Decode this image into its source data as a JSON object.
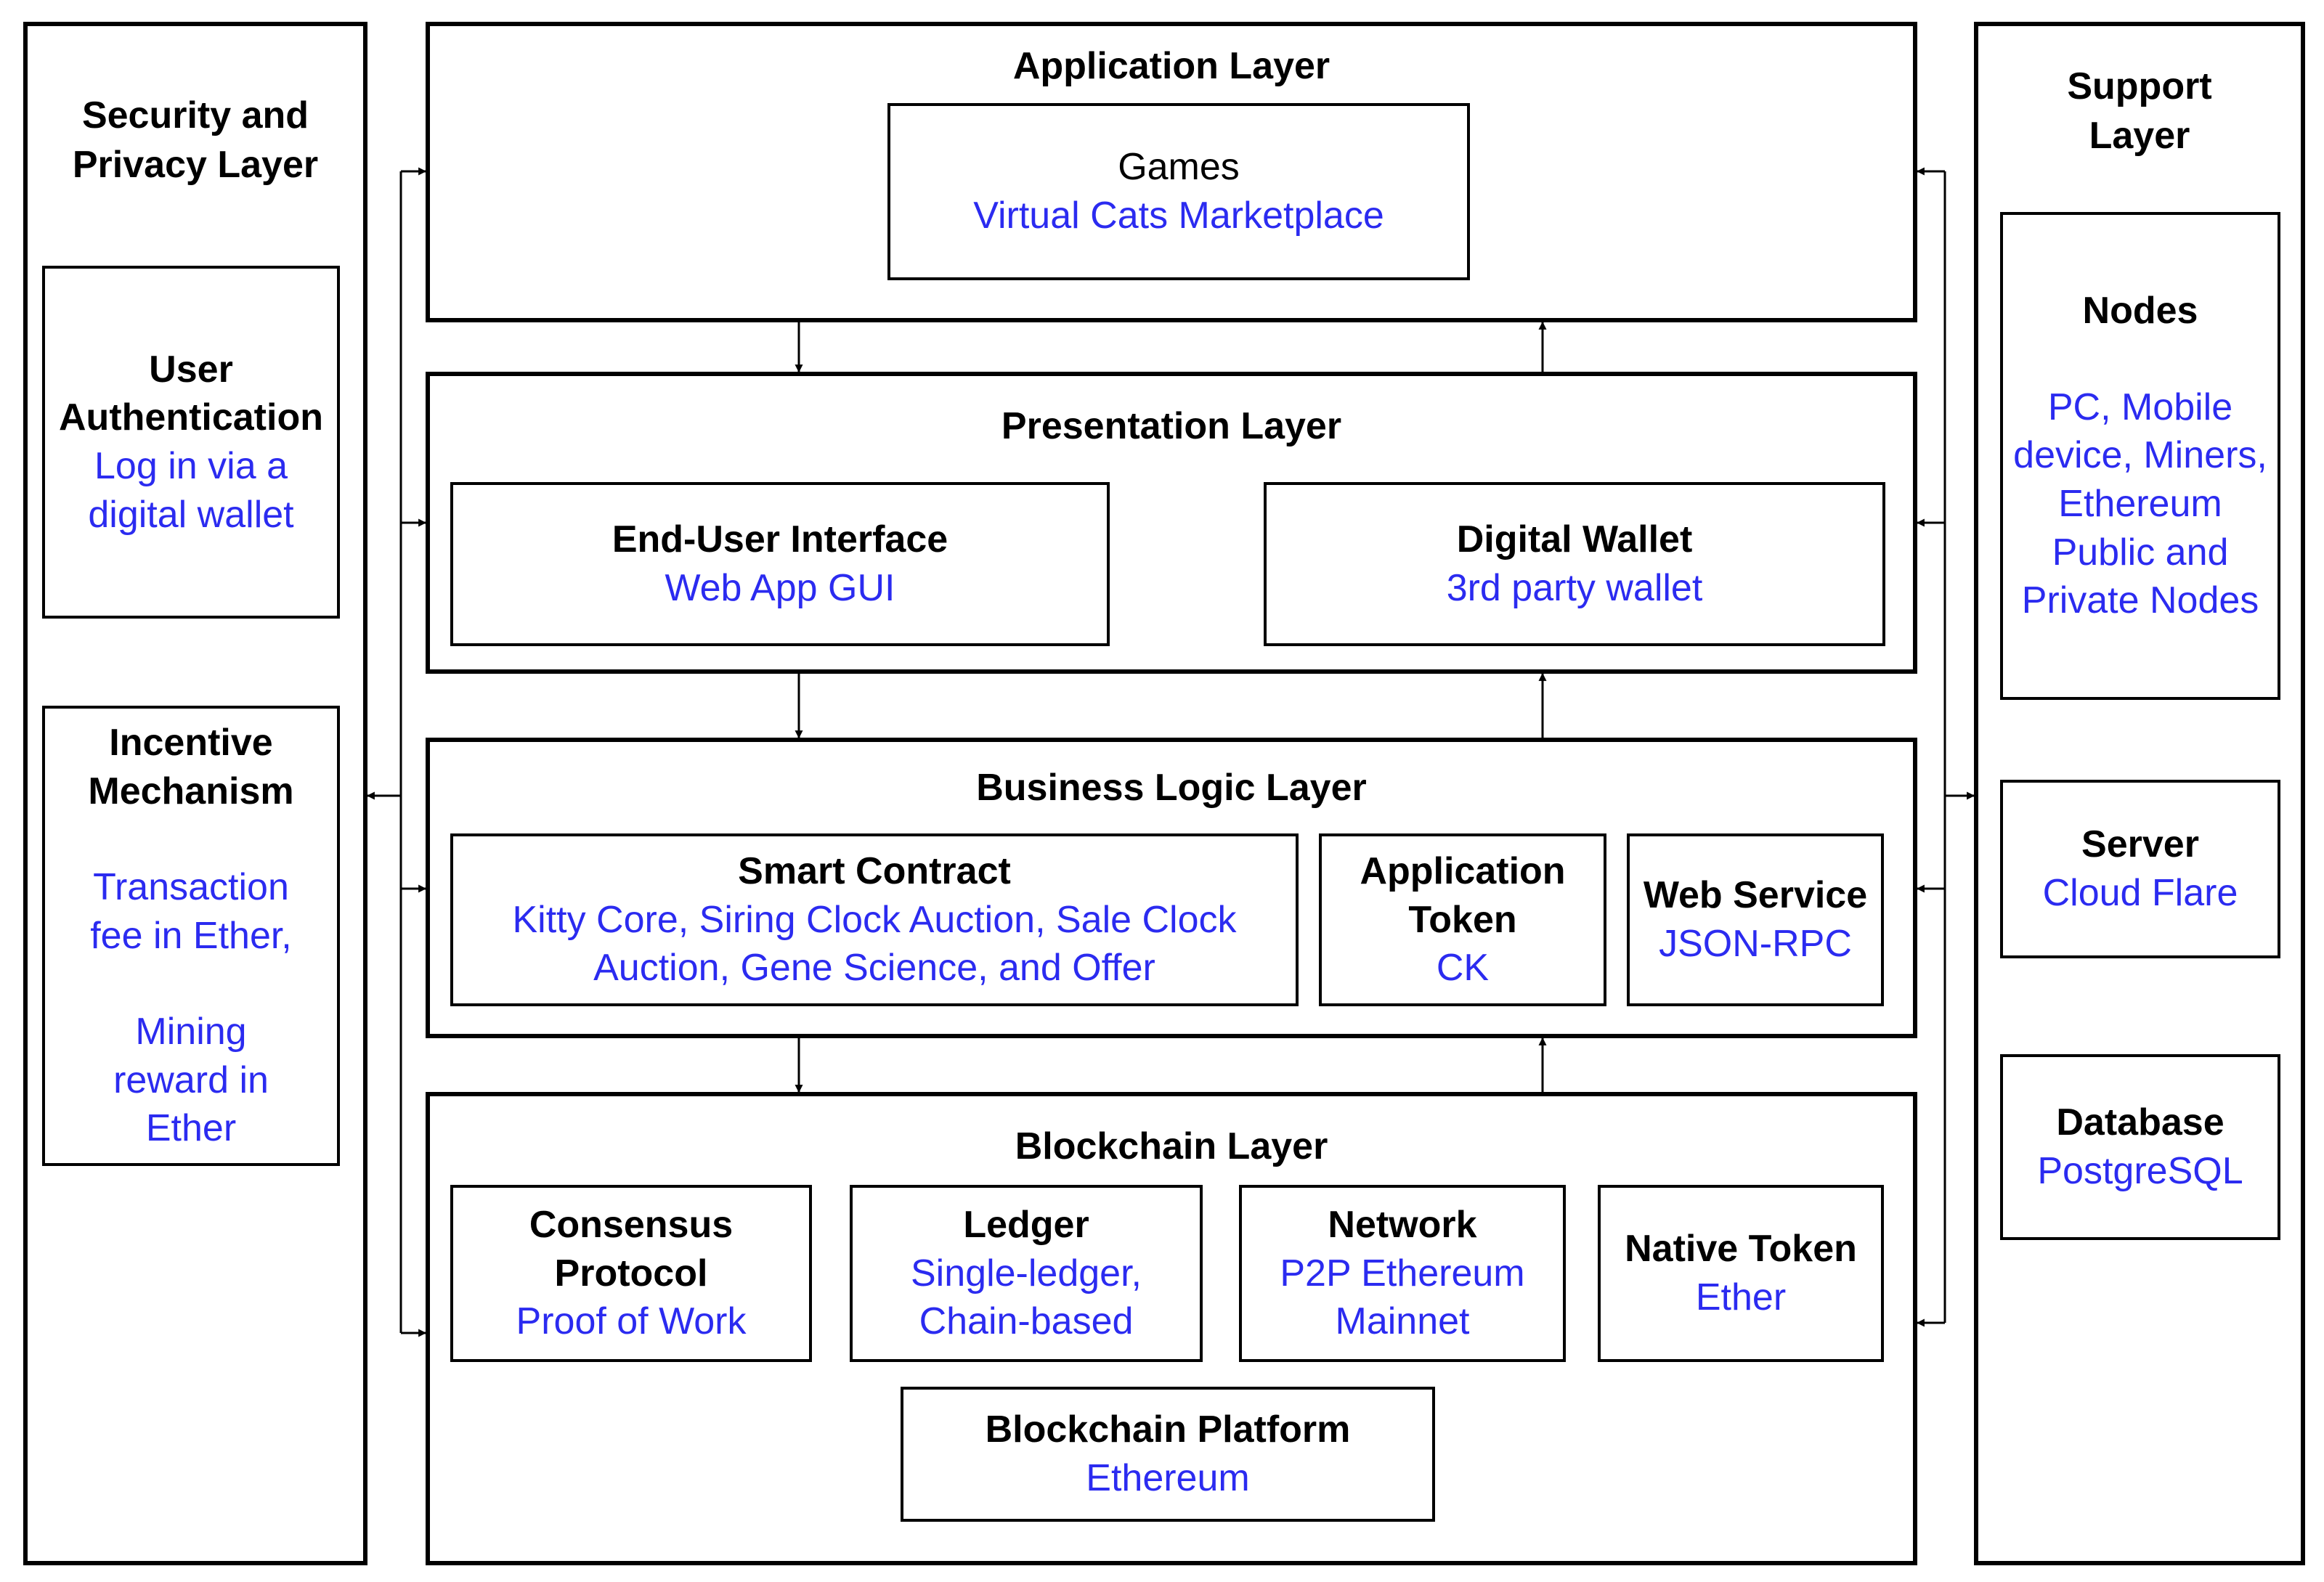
{
  "security_layer": {
    "title": "Security and Privacy Layer",
    "user_auth": {
      "title": "User Authentication",
      "detail": "Log in via a digital wallet"
    },
    "incentive": {
      "title": "Incentive Mechanism",
      "detail_1": "Transaction fee in Ether,",
      "detail_2": "Mining reward in Ether"
    }
  },
  "application_layer": {
    "title": "Application Layer",
    "games": {
      "title": "Games",
      "detail": "Virtual Cats Marketplace"
    }
  },
  "presentation_layer": {
    "title": "Presentation Layer",
    "end_user_interface": {
      "title": "End-User Interface",
      "detail": "Web App GUI"
    },
    "digital_wallet": {
      "title": "Digital Wallet",
      "detail": "3rd party wallet"
    }
  },
  "business_logic_layer": {
    "title": "Business Logic Layer",
    "smart_contract": {
      "title": "Smart Contract",
      "detail": "Kitty Core, Siring Clock Auction, Sale Clock Auction, Gene Science, and Offer"
    },
    "application_token": {
      "title": "Application Token",
      "detail": "CK"
    },
    "web_service": {
      "title": "Web Service",
      "detail": "JSON-RPC"
    }
  },
  "blockchain_layer": {
    "title": "Blockchain Layer",
    "consensus": {
      "title": "Consensus Protocol",
      "detail": "Proof of Work"
    },
    "ledger": {
      "title": "Ledger",
      "detail": "Single-ledger, Chain-based"
    },
    "network": {
      "title": "Network",
      "detail": "P2P Ethereum Mainnet"
    },
    "native_token": {
      "title": "Native Token",
      "detail": "Ether"
    },
    "platform": {
      "title": "Blockchain Platform",
      "detail": "Ethereum"
    }
  },
  "support_layer": {
    "title": "Support Layer",
    "nodes": {
      "title": "Nodes",
      "detail": "PC, Mobile device, Miners, Ethereum Public and Private Nodes"
    },
    "server": {
      "title": "Server",
      "detail": "Cloud Flare"
    },
    "database": {
      "title": "Database",
      "detail": "PostgreSQL"
    }
  },
  "colors": {
    "stroke": "#000000",
    "detail_text": "#2b2bf0"
  }
}
